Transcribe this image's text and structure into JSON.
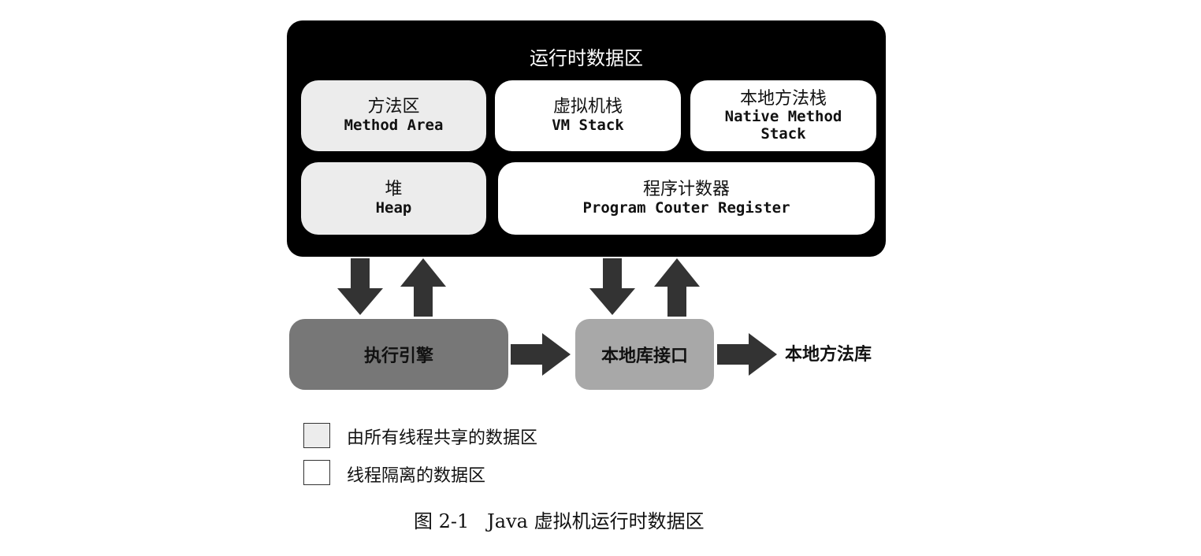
{
  "runtime_area": {
    "title": "运行时数据区",
    "regions": {
      "method_area": {
        "zh": "方法区",
        "en": "Method Area"
      },
      "vm_stack": {
        "zh": "虚拟机栈",
        "en": "VM Stack"
      },
      "native_method_stack": {
        "zh": "本地方法栈",
        "en1": "Native Method",
        "en2": "Stack"
      },
      "heap": {
        "zh": "堆",
        "en": "Heap"
      },
      "pc_register": {
        "zh": "程序计数器",
        "en": "Program Couter Register"
      }
    }
  },
  "components": {
    "execution_engine": "执行引擎",
    "native_interface": "本地库接口",
    "native_library": "本地方法库"
  },
  "legend": {
    "shared": "由所有线程共享的数据区",
    "private": "线程隔离的数据区"
  },
  "caption": "图 2-1   Java 虚拟机运行时数据区",
  "colors": {
    "runtime_background": "#000000",
    "shared_region": "#ececec",
    "private_region": "#ffffff",
    "execution_engine": "#777777",
    "native_interface": "#a8a8a8",
    "arrow": "#333333"
  }
}
